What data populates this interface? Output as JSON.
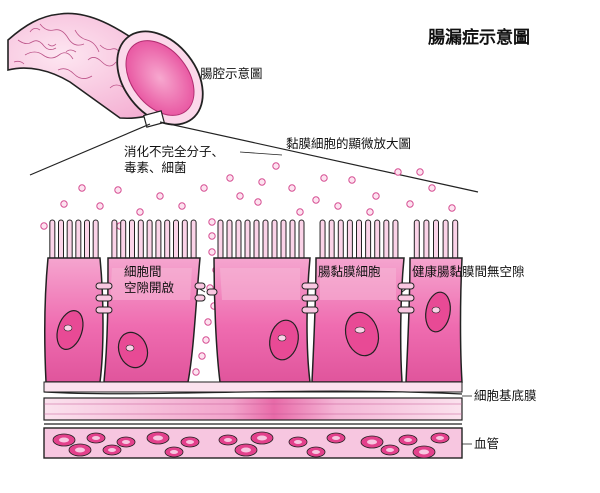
{
  "title": "腸漏症示意圖",
  "labels": {
    "lumen": "腸腔示意圖",
    "mucosa_cells": "黏膜細胞的顯微放大圖",
    "particles": "消化不完全分子、\n毒素、細菌",
    "gap": "細胞間\n空隙開啟",
    "mucosal_cell": "腸黏膜細胞",
    "healthy": "健康腸黏膜間無空隙",
    "basement": "細胞基底膜",
    "vessel": "血管"
  },
  "colors": {
    "cell_fill": "#f07ab8",
    "cell_light": "#fbd3e8",
    "nucleus": "#e8438f",
    "particle_fill": "#fde3f0",
    "particle_stroke": "#d64f93",
    "vessel_fill": "#f7c6e0",
    "rbc": "#e3418c",
    "outline": "#222222"
  }
}
